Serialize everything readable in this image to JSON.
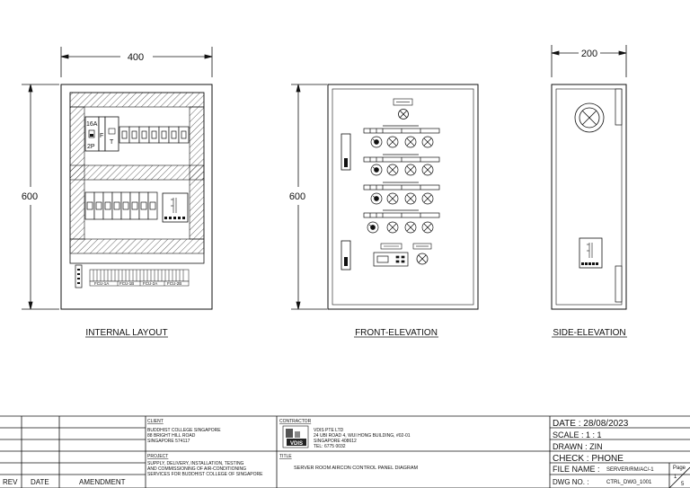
{
  "dimensions": {
    "internal_width": "400",
    "front_height": "600",
    "internal_height": "600",
    "side_width": "200"
  },
  "views": {
    "internal": "INTERNAL LAYOUT",
    "front": "FRONT-ELEVATION",
    "side": "SIDE-ELEVATION"
  },
  "internal_layout": {
    "breaker_rating": "16A",
    "breaker_poles": "2P",
    "f_label": "F",
    "t_label": "T",
    "terminal_labels": [
      "FCU-1A",
      "FCU-1B",
      "FCU-2A",
      "FCU-2B"
    ]
  },
  "title_block": {
    "rev_label": "REV",
    "date_label": "DATE",
    "amendment_label": "AMENDMENT",
    "client_heading": "CLIENT",
    "client_lines": [
      "BUDDHIST COLLEGE SINGAPORE",
      "88 BRIGHT HILL ROAD",
      "SINGAPORE 574117"
    ],
    "project_heading": "PROJECT",
    "project_lines": [
      "SUPPLY, DELIVERY, INSTALLATION, TESTING",
      "AND COMMISSIONING OF AIR-CONDITIONING",
      "SERVICES FOR BUDDHIST COLLEGE OF SINGAPORE"
    ],
    "contractor_heading": "CONTRACTOR",
    "contractor_lines": [
      "VDIS PTE LTD",
      "24 UBI ROAD 4, WUI HONG BUILDING, #02-01",
      "SINGAPORE 408612",
      "TEL: 6775 0032"
    ],
    "contractor_logo": "VDIS",
    "title_heading": "TITLE",
    "title_text": "SERVER ROOM AIRCON CONTROL PANEL DIAGRAM",
    "date_row": "DATE : 28/08/2023",
    "scale_row": "SCALE : 1 : 1",
    "drawn_row": "DRAWN : ZIN",
    "check_row": "CHECK : PHONE",
    "file_label": "FILE NAME :",
    "file_value": "SERVER/RM/AC/-1",
    "dwg_label": "DWG NO. :",
    "dwg_value": "CTRL_DWG_1001",
    "page_label": "Page",
    "page_current": "1",
    "page_total": "5"
  }
}
